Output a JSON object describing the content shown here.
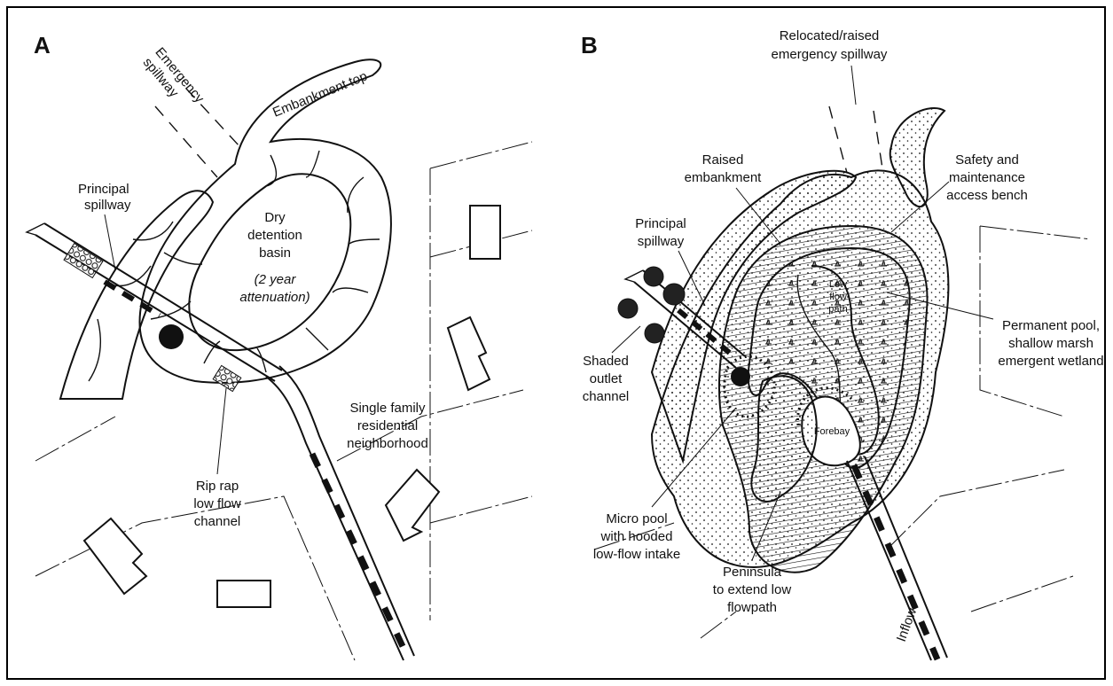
{
  "panels": {
    "a": {
      "letter": "A",
      "labels": {
        "emergency_spillway_1": "Emergency",
        "emergency_spillway_2": "spillway",
        "embankment_top": "Embankment top",
        "principal_spillway_1": "Principal",
        "principal_spillway_2": "spillway",
        "basin_1": "Dry",
        "basin_2": "detention",
        "basin_3": "basin",
        "basin_4": "(2 year",
        "basin_5": "attenuation)",
        "riprap_1": "Rip rap",
        "riprap_2": "low flow",
        "riprap_3": "channel",
        "residential_1": "Single family",
        "residential_2": "residential",
        "residential_3": "neighborhood"
      }
    },
    "b": {
      "letter": "B",
      "labels": {
        "relocated_1": "Relocated/raised",
        "relocated_2": "emergency spillway",
        "raised_1": "Raised",
        "raised_2": "embankment",
        "safety_1": "Safety and",
        "safety_2": "maintenance",
        "safety_3": "access bench",
        "principal_1": "Principal",
        "principal_2": "spillway",
        "lowflow_1": "Low",
        "lowflow_2": "flow",
        "lowflow_3": "path",
        "shaded_1": "Shaded",
        "shaded_2": "outlet",
        "shaded_3": "channel",
        "pool_1": "Permanent pool,",
        "pool_2": "shallow marsh",
        "pool_3": "emergent wetland",
        "forebay": "Forebay",
        "micro_1": "Micro pool",
        "micro_2": "with hooded",
        "micro_3": "low-flow intake",
        "peninsula_1": "Peninsula",
        "peninsula_2": "to extend low",
        "peninsula_3": "flowpath",
        "inflow": "Inflow"
      }
    }
  }
}
